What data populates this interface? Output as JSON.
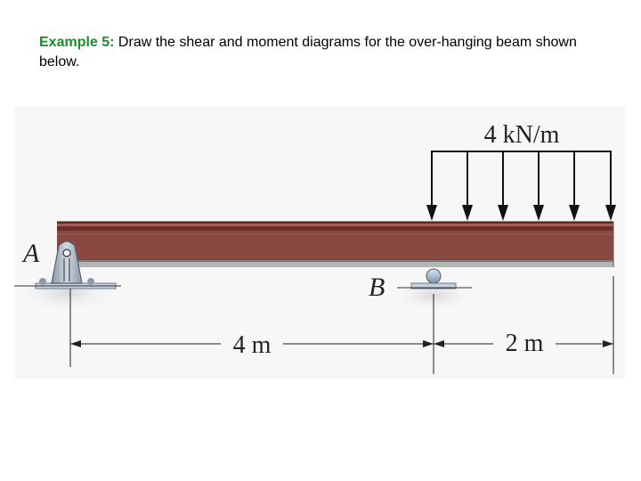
{
  "problem": {
    "label": "Example 5:",
    "text": " Draw the shear and moment diagrams for the over-hanging beam shown below."
  },
  "figure": {
    "load_label": "4 kN/m",
    "support_a_label": "A",
    "support_b_label": "B",
    "dim_left": "4 m",
    "dim_right": "2 m",
    "colors": {
      "beam_top": "#7a3a33",
      "beam_body": "#8c4a44",
      "beam_flange": "#6b2e28",
      "support": "#aab6c4",
      "figure_bg": "#f6f6f6"
    }
  }
}
